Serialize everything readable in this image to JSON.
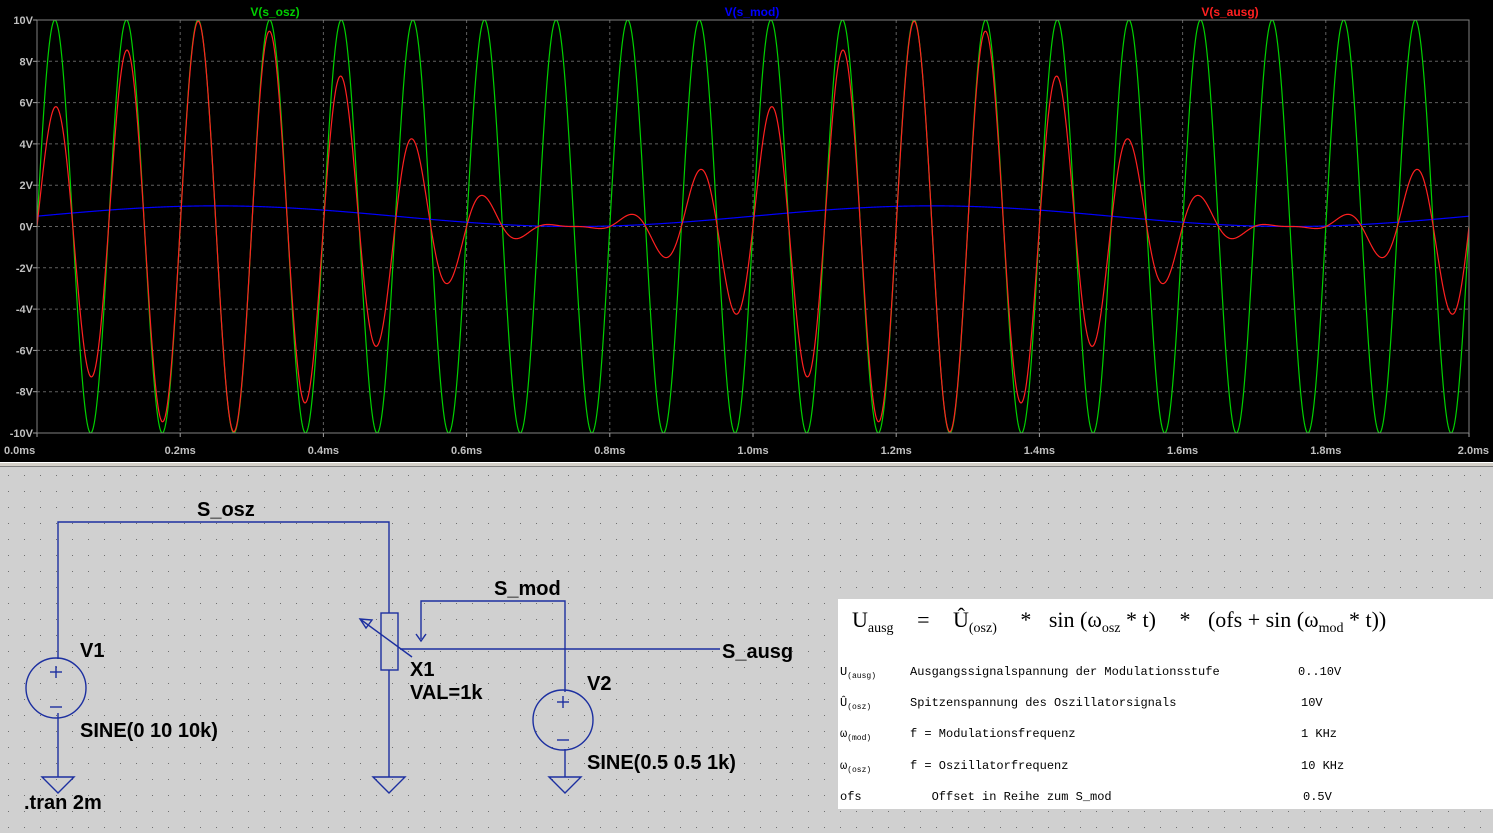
{
  "plot": {
    "traces": [
      {
        "name": "V(s_osz)",
        "color": "#00d000"
      },
      {
        "name": "V(s_mod)",
        "color": "#0000ff"
      },
      {
        "name": "V(s_ausg)",
        "color": "#ff2020"
      }
    ],
    "y_ticks": [
      "10V",
      "8V",
      "6V",
      "4V",
      "2V",
      "0V",
      "-2V",
      "-4V",
      "-6V",
      "-8V",
      "-10V"
    ],
    "x_ticks": [
      "0.0ms",
      "0.2ms",
      "0.4ms",
      "0.6ms",
      "0.8ms",
      "1.0ms",
      "1.2ms",
      "1.4ms",
      "1.6ms",
      "1.8ms",
      "2.0ms"
    ]
  },
  "chart_data": {
    "type": "line",
    "xlabel": "",
    "ylabel": "",
    "xlim": [
      0,
      2.0
    ],
    "xunit": "ms",
    "ylim": [
      -10,
      10
    ],
    "yunit": "V",
    "grid": true,
    "legend": "top",
    "series": [
      {
        "name": "V(s_osz)",
        "function": "10*sin(2*pi*10k*t)",
        "amplitude_V": 10,
        "frequency_Hz": 10000,
        "offset_V": 0
      },
      {
        "name": "V(s_mod)",
        "function": "0.5+0.5*sin(2*pi*1k*t)",
        "amplitude_V": 0.5,
        "frequency_Hz": 1000,
        "offset_V": 0.5
      },
      {
        "name": "V(s_ausg)",
        "function": "V(s_osz)*V(s_mod)"
      }
    ]
  },
  "schematic": {
    "nets": {
      "s_osz": "S_osz",
      "s_mod": "S_mod",
      "s_ausg": "S_ausg"
    },
    "v1": {
      "name": "V1",
      "value": "SINE(0 10 10k)"
    },
    "v2": {
      "name": "V2",
      "value": "SINE(0.5 0.5 1k)"
    },
    "x1": {
      "name": "X1",
      "value": "VAL=1k"
    },
    "directive": ".tran 2m"
  },
  "formula": {
    "u": "U",
    "u_sub": "ausg",
    "eq": "=",
    "uhat": "Û",
    "uhat_sub": "(osz)",
    "star1": "*",
    "sin1": "sin (ω",
    "w1_sub": "osz",
    "t1": " * t)",
    "star2": "*",
    "ofs_open": "(ofs + sin  (ω",
    "w2_sub": "mod",
    "t2": " * t))"
  },
  "legend_rows": [
    {
      "sym": "U",
      "sub": "(ausg)",
      "desc": "Ausgangssignalspannung der Modulationsstufe",
      "val": "0..10V"
    },
    {
      "sym": "Û",
      "sub": "(osz)",
      "desc": "Spitzenspannung des Oszillatorsignals",
      "val": "10V"
    },
    {
      "sym": "ω",
      "sub": "(mod)",
      "desc": "f = Modulationsfrequenz",
      "val": "1 KHz"
    },
    {
      "sym": "ω",
      "sub": "(osz)",
      "desc": "f = Oszillatorfrequenz",
      "val": "10 KHz"
    },
    {
      "sym": "ofs",
      "sub": "",
      "desc": "   Offset in Reihe zum S_mod",
      "val": "0.5V"
    }
  ]
}
